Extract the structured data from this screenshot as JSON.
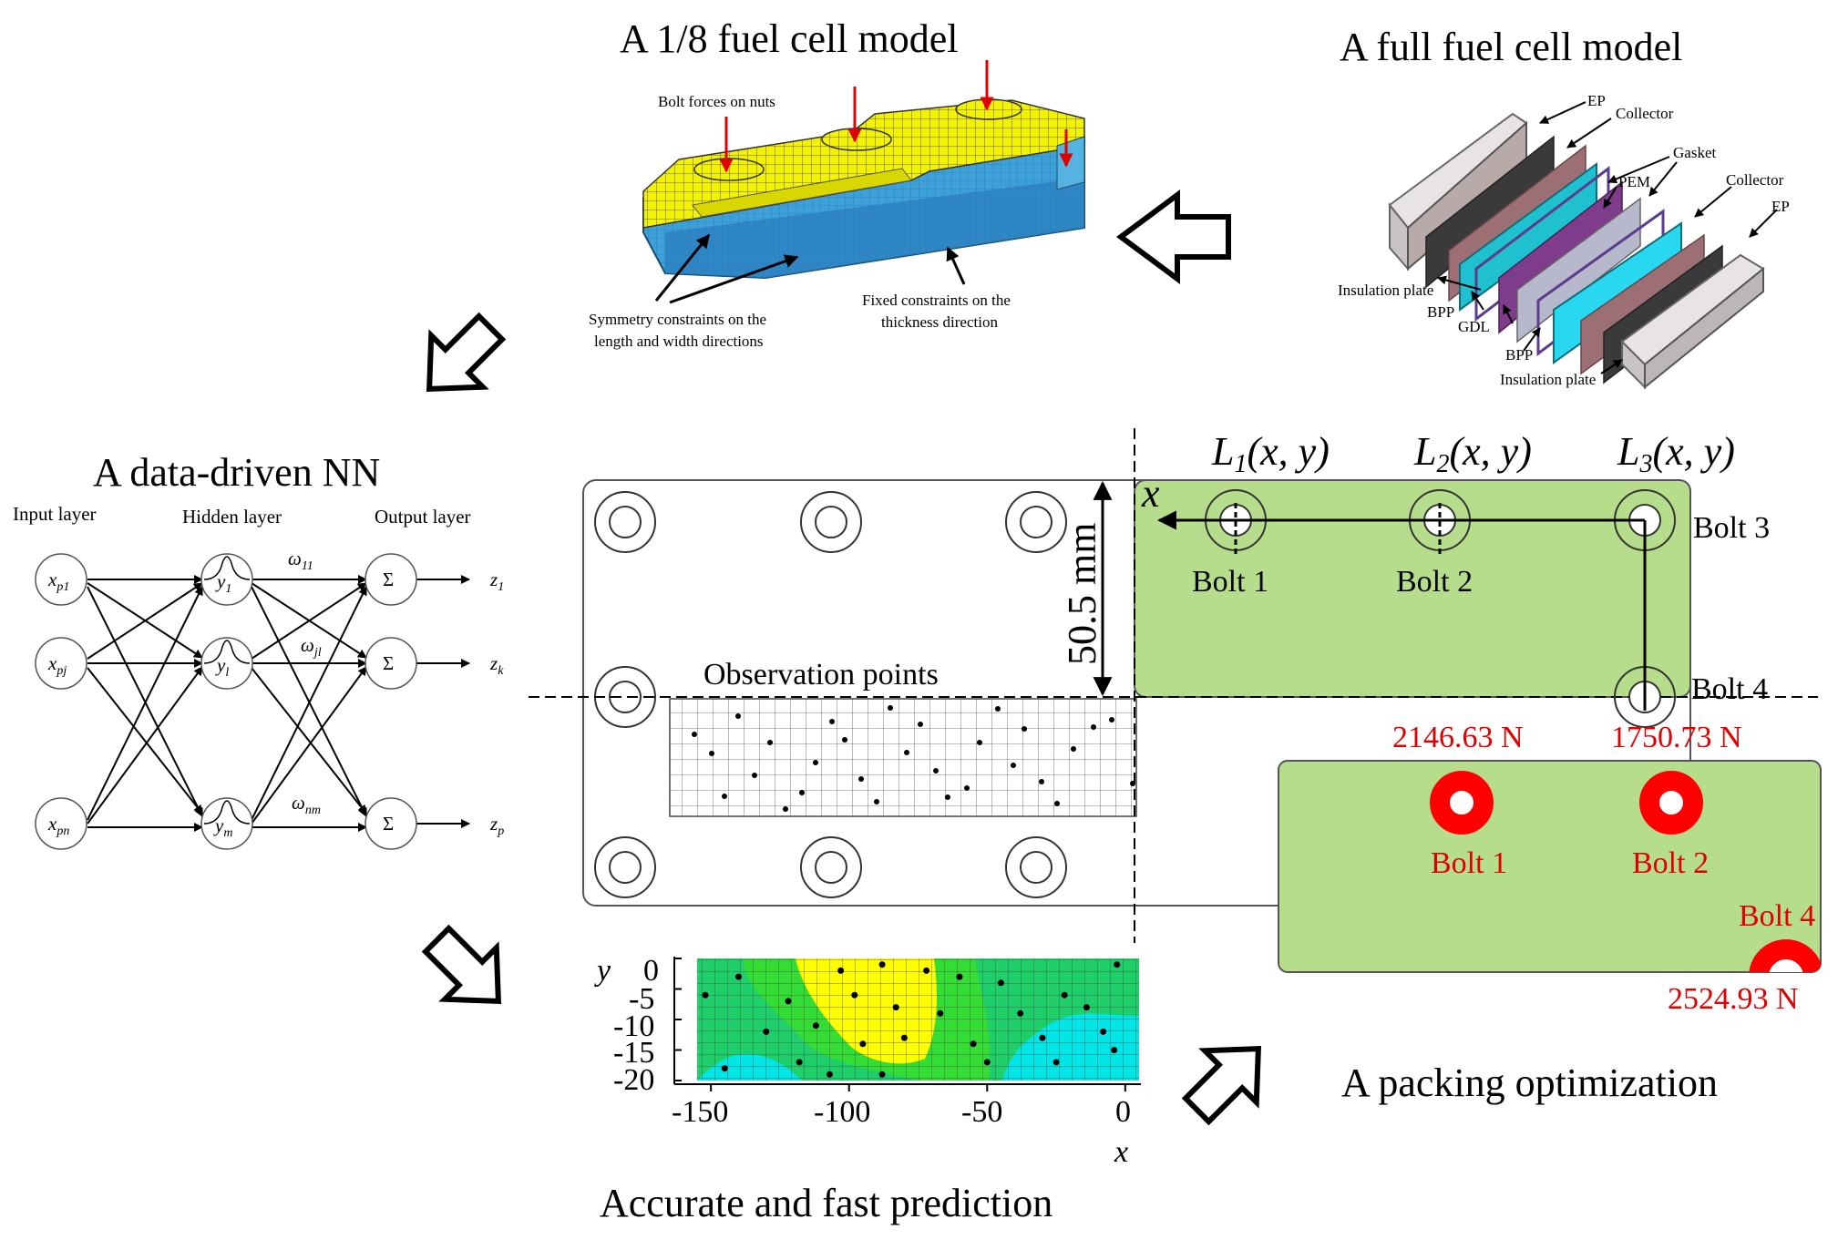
{
  "titles": {
    "eighth_model": "A 1/8 fuel cell model",
    "full_model": "A  full fuel cell model",
    "nn": "A data-driven NN",
    "prediction": "Accurate and fast prediction",
    "optimization": "A packing optimization"
  },
  "eighth_model_labels": {
    "bolt_forces": "Bolt forces on nuts",
    "symmetry_1": "Symmetry constraints on the",
    "symmetry_2": "length and width directions",
    "fixed_1": "Fixed constraints on the",
    "fixed_2": "thickness direction"
  },
  "full_model_labels": {
    "ep_top": "EP",
    "collector_top": "Collector",
    "gasket": "Gasket",
    "pem": "PEM",
    "collector_right": "Collector",
    "ep_right": "EP",
    "insulation_left": "Insulation plate",
    "bpp_left": "BPP",
    "gdl": "GDL",
    "bpp_bottom": "BPP",
    "insulation_bottom": "Insulation plate"
  },
  "nn": {
    "input_layer": "Input layer",
    "hidden_layer": "Hidden layer",
    "output_layer": "Output layer",
    "inputs": [
      {
        "base": "x",
        "sub": "p1"
      },
      {
        "base": "x",
        "sub": "pj"
      },
      {
        "base": "x",
        "sub": "pn"
      }
    ],
    "hidden": [
      {
        "base": "y",
        "sub": "1"
      },
      {
        "base": "y",
        "sub": "l"
      },
      {
        "base": "y",
        "sub": "m"
      }
    ],
    "weights": [
      {
        "base": "ω",
        "sub": "11"
      },
      {
        "base": "ω",
        "sub": "jl"
      },
      {
        "base": "ω",
        "sub": "nm"
      }
    ],
    "sum_symbol": "Σ",
    "outputs": [
      {
        "base": "z",
        "sub": "1"
      },
      {
        "base": "z",
        "sub": "k"
      },
      {
        "base": "z",
        "sub": "p"
      }
    ]
  },
  "layout_panel": {
    "dimension": "50.5 mm",
    "observation": "Observation points",
    "axis_x": "x",
    "locations": [
      {
        "base": "L",
        "sub": "1",
        "args": "(x, y)"
      },
      {
        "base": "L",
        "sub": "2",
        "args": "(x, y)"
      },
      {
        "base": "L",
        "sub": "3",
        "args": "(x, y)"
      }
    ],
    "bolts": [
      "Bolt 1",
      "Bolt 2",
      "Bolt 3",
      "Bolt 4"
    ]
  },
  "optimization_result": {
    "forces": [
      "2146.63 N",
      "1750.73 N",
      "2524.93 N"
    ],
    "bolts": [
      "Bolt 1",
      "Bolt 2",
      "Bolt 4"
    ],
    "colors": {
      "green": "#b5dd8b",
      "bolt_red": "#ff0000"
    }
  },
  "chart_data": {
    "type": "heatmap",
    "xlabel": "x",
    "ylabel": "y",
    "x_ticks": [
      "-150",
      "-100",
      "-50",
      "0"
    ],
    "y_ticks": [
      "0",
      "-5",
      "-10",
      "-15",
      "-20"
    ],
    "xlim": [
      -155,
      5
    ],
    "ylim": [
      -20,
      0
    ],
    "levels": [
      {
        "color": "#00e6e6"
      },
      {
        "color": "#1fd06a"
      },
      {
        "color": "#33dd33"
      },
      {
        "color": "#ffff00"
      }
    ],
    "points": [
      [
        -152,
        -6
      ],
      [
        -140,
        -3
      ],
      [
        -122,
        -7
      ],
      [
        -118,
        -17
      ],
      [
        -112,
        -11
      ],
      [
        -103,
        -2
      ],
      [
        -98,
        -6
      ],
      [
        -95,
        -14
      ],
      [
        -88,
        -1
      ],
      [
        -83,
        -8
      ],
      [
        -80,
        -13
      ],
      [
        -72,
        -2
      ],
      [
        -67,
        -9
      ],
      [
        -60,
        -3
      ],
      [
        -55,
        -14
      ],
      [
        -45,
        -4
      ],
      [
        -38,
        -9
      ],
      [
        -30,
        -13
      ],
      [
        -22,
        -6
      ],
      [
        -14,
        -8
      ],
      [
        -8,
        -12
      ],
      [
        -4,
        -15
      ],
      [
        -130,
        -12
      ],
      [
        -145,
        -18
      ],
      [
        -107,
        -19
      ],
      [
        -88,
        -19
      ],
      [
        -50,
        -17
      ],
      [
        -25,
        -17
      ],
      [
        -3,
        -1
      ]
    ]
  }
}
